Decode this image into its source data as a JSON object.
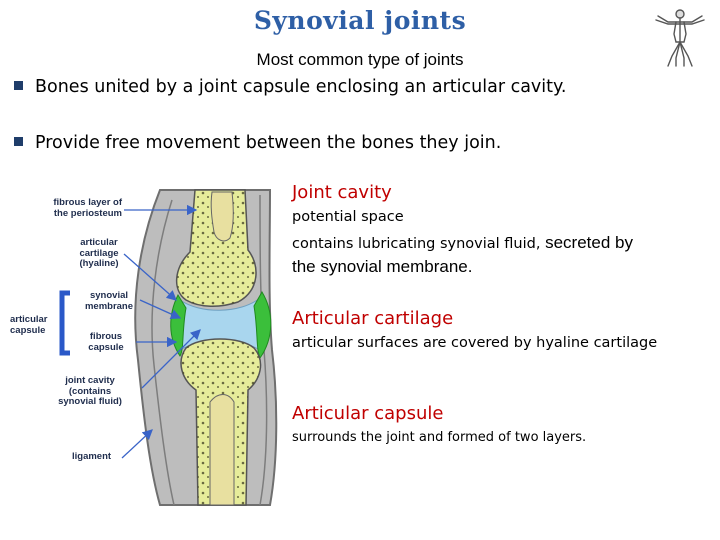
{
  "title": "Synovial joints",
  "subtitle": "Most common type of joints",
  "bullets": [
    "Bones united by a joint capsule enclosing an articular cavity.",
    "Provide free movement between the bones they join."
  ],
  "sections": {
    "joint_cavity": {
      "heading": "Joint cavity",
      "line1": "potential space",
      "line2a": " contains lubricating synovial fluid, ",
      "line2b": "secreted by",
      "line3": "the synovial membrane."
    },
    "articular_cartilage": {
      "heading": "Articular cartilage",
      "line1": "articular surfaces are covered by hyaline cartilage"
    },
    "articular_capsule": {
      "heading": "Articular capsule",
      "line1": "surrounds the joint and formed of two layers."
    }
  },
  "diagram_labels": {
    "fibrous_periosteum_1": "fibrous layer of",
    "fibrous_periosteum_2": "the periosteum",
    "articular_cartilage_1": "articular",
    "articular_cartilage_2": "cartilage",
    "articular_cartilage_3": "(hyaline)",
    "synovial_membrane_1": "synovial",
    "synovial_membrane_2": "membrane",
    "articular_capsule_1": "articular",
    "articular_capsule_2": "capsule",
    "fibrous_capsule_1": "fibrous",
    "fibrous_capsule_2": "capsule",
    "joint_cavity_1": "joint cavity",
    "joint_cavity_2": "(contains",
    "joint_cavity_3": "synovial fluid)",
    "ligament": "ligament"
  },
  "colors": {
    "title": "#2e5fa6",
    "heading": "#c00000",
    "bone": "#e6ec9a",
    "synovial_membrane": "#3bbf3b",
    "joint_cavity_fill": "#a9d6ee",
    "capsule": "#8a8a8a",
    "arrow": "#3a64c8",
    "bracket": "#2a58c8"
  },
  "icons": {
    "figure": "vitruvian-figure-icon"
  }
}
